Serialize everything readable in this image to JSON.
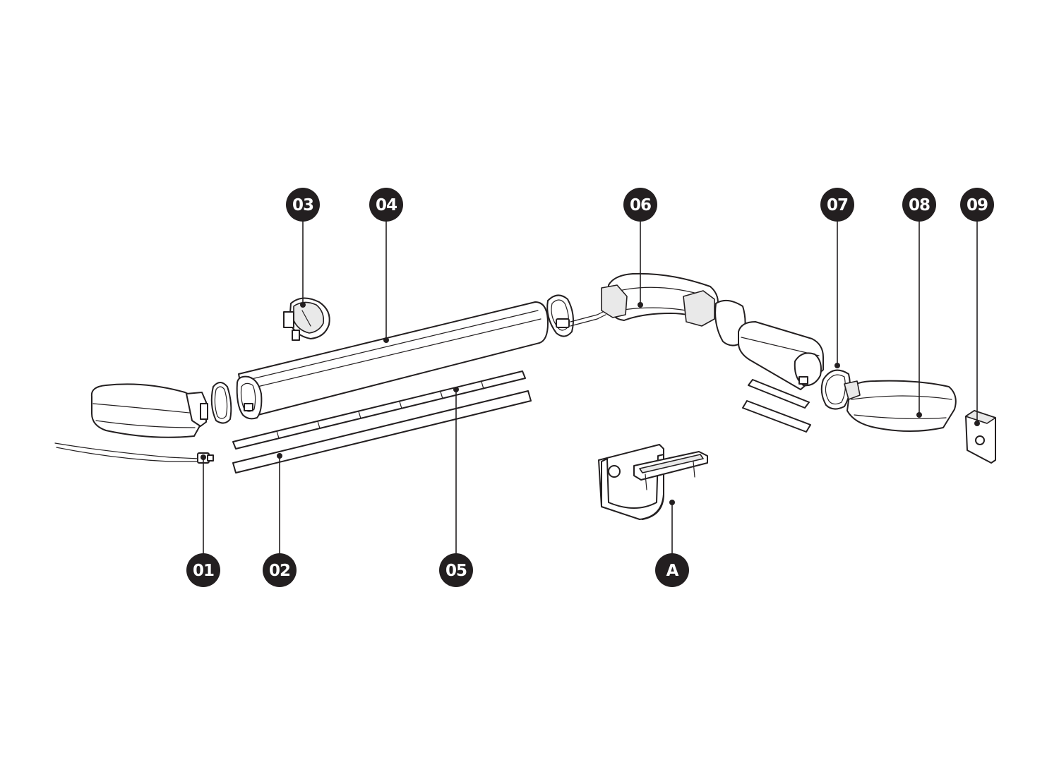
{
  "callouts": {
    "c01": "01",
    "c02": "02",
    "c03": "03",
    "c04": "04",
    "c05": "05",
    "c06": "06",
    "c07": "07",
    "c08": "08",
    "c09": "09",
    "cA": "A"
  },
  "colors": {
    "ink": "#231f20",
    "background": "#ffffff",
    "badge_text": "#ffffff"
  }
}
